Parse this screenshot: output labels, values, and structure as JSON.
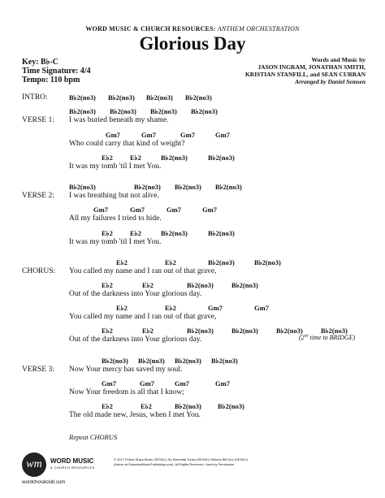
{
  "header": {
    "publisher": "WORD MUSIC & CHURCH RESOURCES:",
    "series": "ANTHEM ORCHESTRATION"
  },
  "title": "Glorious Day",
  "meta": {
    "key": "Key: B♭-C",
    "time_signature": "Time Signature: 4/4",
    "tempo": "Tempo: 110 bpm"
  },
  "credits": {
    "label": "Words and Music by",
    "line1": "JASON INGRAM, JONATHAN SMITH,",
    "line2": "KRISTIAN STANFILL, and SEAN CURRAN",
    "arranged": "Arranged by Daniel Semsen"
  },
  "sections": {
    "intro": "INTRO:",
    "verse1": "VERSE 1:",
    "verse2": "VERSE 2:",
    "chorus": "CHORUS:",
    "verse3": "VERSE 3:"
  },
  "chords": {
    "bb2no3": "B♭2(no3)",
    "gm7": "Gm7",
    "eb2": "E♭2"
  },
  "lyrics": {
    "v1_1": "I was buried beneath    my shame.",
    "v1_2": "Who could carry that kind    of weight?",
    "v1_3": "It was my tomb          'til I met You.",
    "v2_1": "I was breathing but not        alive.",
    "v2_2": "All my failures I tried       to hide.",
    "v2_3": "It was my tomb          'til I met You.",
    "ch_1": "You called my name    and I ran out of that grave,",
    "ch_2": "Out of the darkness into Your glorious day.",
    "ch_3": "You called my name    and I ran out of that grave,",
    "ch_4": "Out of the darkness into Your glorious day.",
    "v3_1": "Now Your mercy has saved       my soul.",
    "v3_2": "Now Your freedom is all        that I know;",
    "v3_3": "The old made new,             Jesus, when I met You."
  },
  "bridge_note": {
    "pre": "(2",
    "sup": "nd",
    "post": " time to BRIDGE)"
  },
  "repeat": "Repeat CHORUS",
  "footer": {
    "logo_mark": "wm",
    "logo_name": "WORD MUSIC",
    "logo_sub": "& CHURCH RESOURCES",
    "url": "wordchoralclub.com",
    "legal1": "© 2017 Fellow Ships Music (SESAC) So Essential Tunes (SESAC) Hickory Bill Doo (SESAC)",
    "legal2": "(Admin at EssentialMusicPublishing.com). All Rights Reserved. Used by Permission."
  }
}
